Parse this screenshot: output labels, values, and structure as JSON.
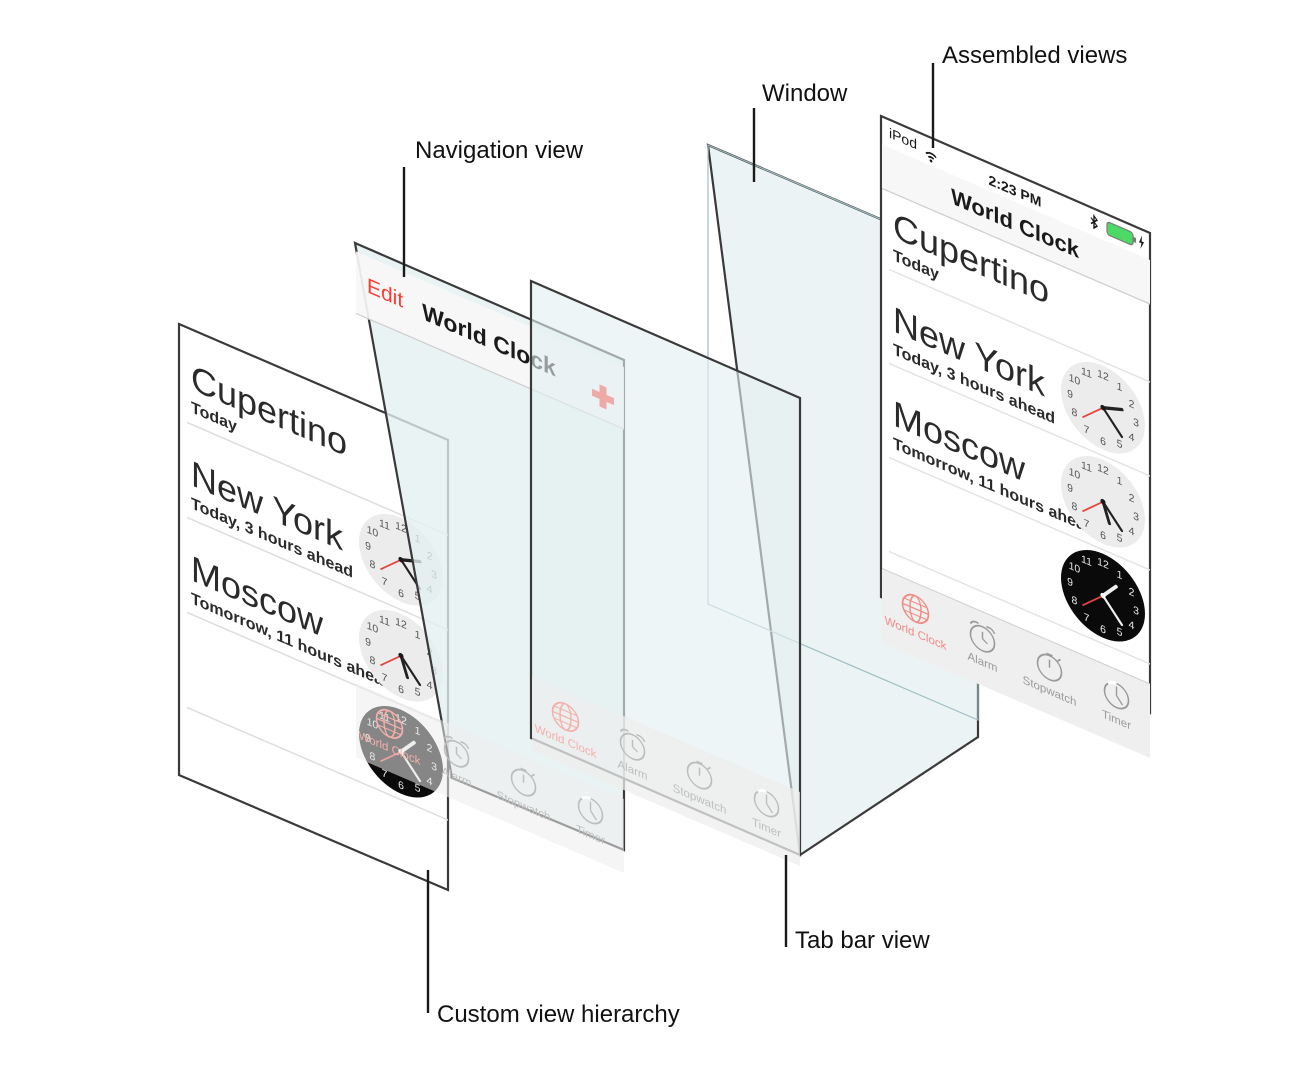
{
  "diagram": {
    "title": "iOS view hierarchy exploded diagram",
    "annotations": [
      {
        "id": "navigation-view",
        "label": "Navigation view"
      },
      {
        "id": "window",
        "label": "Window"
      },
      {
        "id": "assembled-views",
        "label": "Assembled views"
      },
      {
        "id": "tab-bar-view",
        "label": "Tab bar view"
      },
      {
        "id": "custom-view-hierarchy",
        "label": "Custom view hierarchy"
      }
    ]
  },
  "colors": {
    "panel_glass_fill": "#e4eff0",
    "panel_white_fill": "#ffffff",
    "panel_stroke": "#3a3a3a",
    "accent_red": "#ff3b30",
    "nav_bar_fill": "#f7f7f7",
    "tab_bar_fill": "#efefef",
    "row_divider": "#d8d8d8",
    "battery_green": "#4cd964",
    "clock_face_light": "#ececec",
    "clock_face_dark": "#0a0a0a",
    "text_dark": "#1a1a1a",
    "text_muted": "#b8b8b8"
  },
  "status_bar": {
    "carrier": "iPod",
    "wifi_icon": "wifi-icon",
    "time": "2:23 PM",
    "bluetooth_icon": "bluetooth-icon",
    "battery_icon": "battery-icon",
    "charging_icon": "lightning-bolt-icon"
  },
  "nav_bar": {
    "left_button": "Edit",
    "title": "World Clock",
    "right_button": "+",
    "right_button_icon": "plus-icon"
  },
  "clock_list": {
    "rows": [
      {
        "city": "Cupertino",
        "subtitle": "Today",
        "clock": {
          "style": "light",
          "hour": 2,
          "minute": 23,
          "second": 38
        }
      },
      {
        "city": "New York",
        "subtitle": "Today, 3 hours ahead",
        "clock": {
          "style": "light",
          "hour": 5,
          "minute": 23,
          "second": 38
        }
      },
      {
        "city": "Moscow",
        "subtitle": "Tomorrow, 11 hours ahead",
        "clock": {
          "style": "dark",
          "hour": 1,
          "minute": 23,
          "second": 38
        }
      }
    ]
  },
  "tab_bar": {
    "items": [
      {
        "label": "World Clock",
        "icon": "globe-icon",
        "selected": true
      },
      {
        "label": "Alarm",
        "icon": "alarm-clock-icon",
        "selected": false
      },
      {
        "label": "Stopwatch",
        "icon": "stopwatch-icon",
        "selected": false
      },
      {
        "label": "Timer",
        "icon": "timer-icon",
        "selected": false
      }
    ]
  }
}
